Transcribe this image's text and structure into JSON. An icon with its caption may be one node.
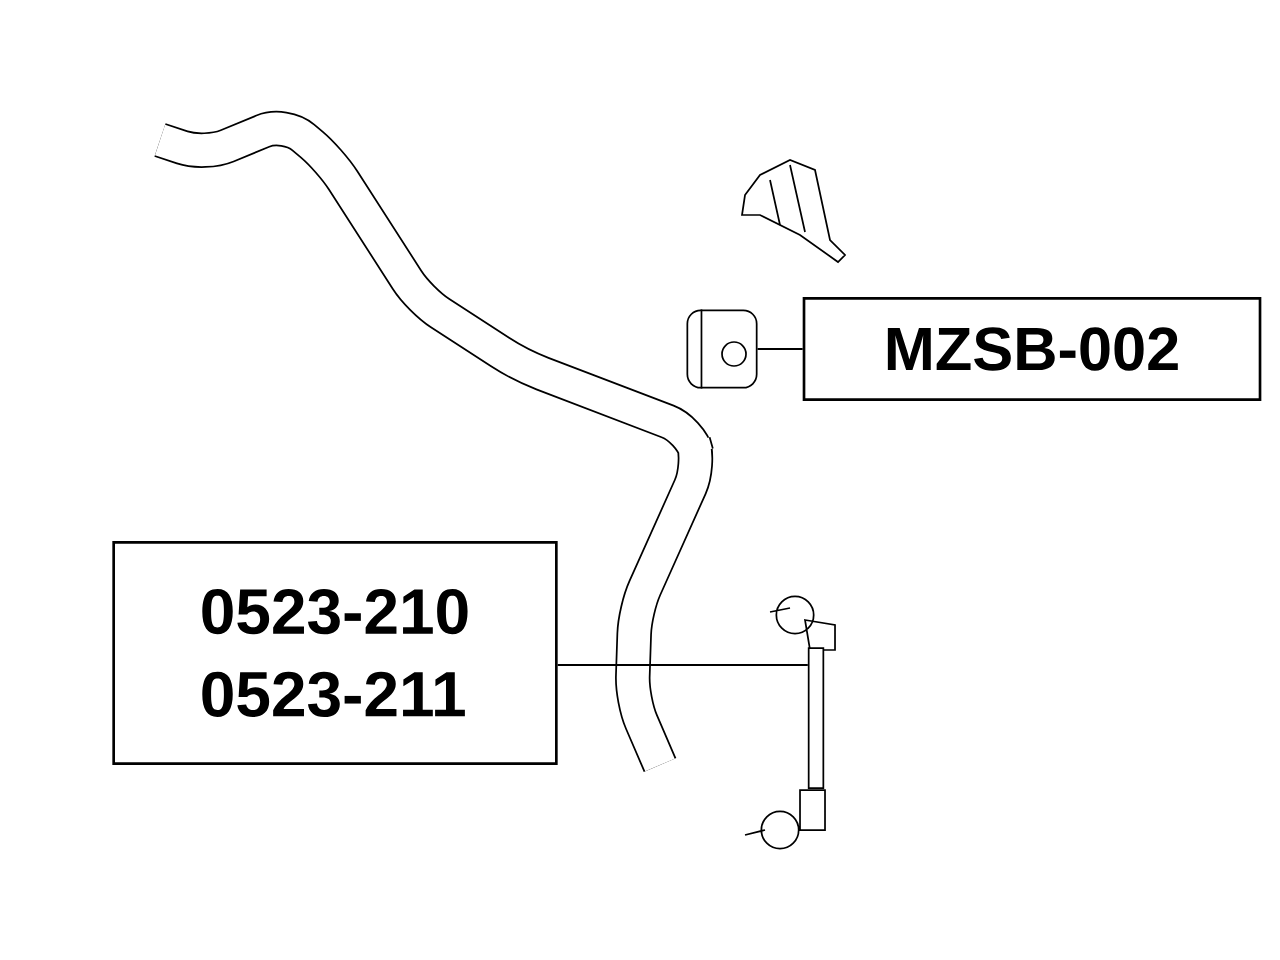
{
  "diagram": {
    "nodes": [
      {
        "text": [
          "MZSB-002"
        ]
      },
      {
        "text": [],
        "shape": "picture"
      },
      {
        "text": [
          "0523-210",
          "0523-211"
        ]
      },
      {
        "text": [],
        "shape": "bar"
      }
    ],
    "edges": [
      {
        "from": 0,
        "to": 1,
        "arrow": "none"
      },
      {
        "from": 2,
        "to": 3,
        "arrow": "none"
      }
    ]
  }
}
